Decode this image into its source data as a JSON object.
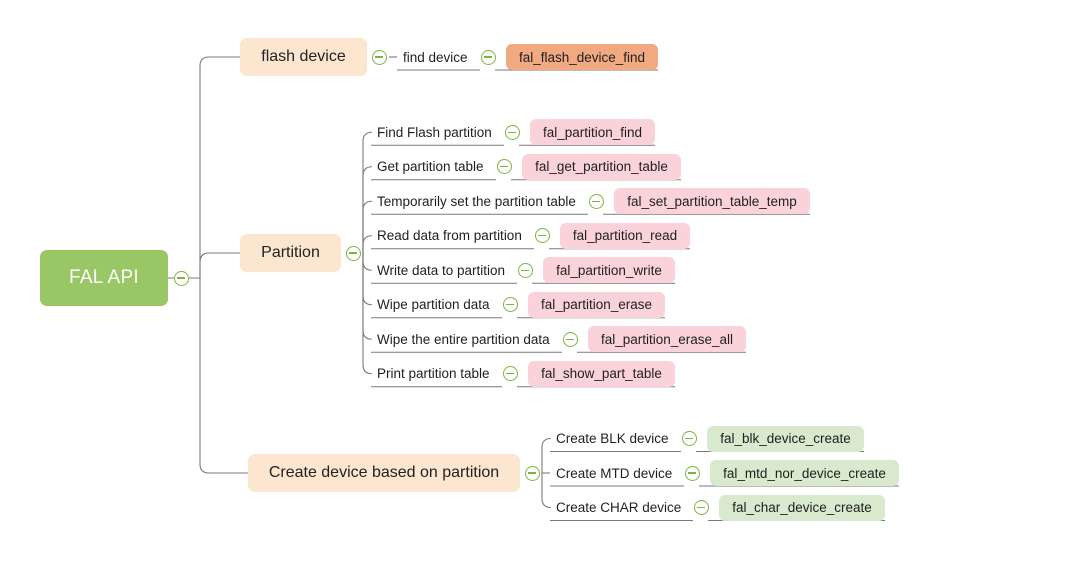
{
  "diagram": {
    "title": "FAL API",
    "type": "mind-map",
    "colors": {
      "root_fill": "#9ac765",
      "root_text": "#ffffff",
      "branch_fill": "#fce6cf",
      "badge_salmon": "#f0a981",
      "badge_pink": "#fad3da",
      "badge_green": "#d9e9cd",
      "edge": "#7a7a7a",
      "toggle_stroke": "#7cb342",
      "background": "#ffffff"
    },
    "root": {
      "label": "FAL API"
    },
    "branches": [
      {
        "id": "flash-device",
        "label": "flash device",
        "badge_color": "salmon",
        "items": [
          {
            "label": "find device",
            "api": "fal_flash_device_find"
          }
        ]
      },
      {
        "id": "partition",
        "label": "Partition",
        "badge_color": "pink",
        "items": [
          {
            "label": "Find Flash partition",
            "api": "fal_partition_find"
          },
          {
            "label": "Get partition table",
            "api": "fal_get_partition_table"
          },
          {
            "label": "Temporarily set the partition table",
            "api": "fal_set_partition_table_temp"
          },
          {
            "label": "Read data from partition",
            "api": "fal_partition_read"
          },
          {
            "label": "Write data to partition",
            "api": "fal_partition_write"
          },
          {
            "label": "Wipe partition data",
            "api": "fal_partition_erase"
          },
          {
            "label": "Wipe the entire partition data",
            "api": "fal_partition_erase_all"
          },
          {
            "label": "Print partition table",
            "api": "fal_show_part_table"
          }
        ]
      },
      {
        "id": "create-device",
        "label": "Create device based on partition",
        "badge_color": "green",
        "items": [
          {
            "label": "Create BLK device",
            "api": "fal_blk_device_create"
          },
          {
            "label": "Create MTD device",
            "api": "fal_mtd_nor_device_create"
          },
          {
            "label": "Create CHAR device",
            "api": "fal_char_device_create"
          }
        ]
      }
    ],
    "toggle_icon": "collapse-minus-icon"
  }
}
